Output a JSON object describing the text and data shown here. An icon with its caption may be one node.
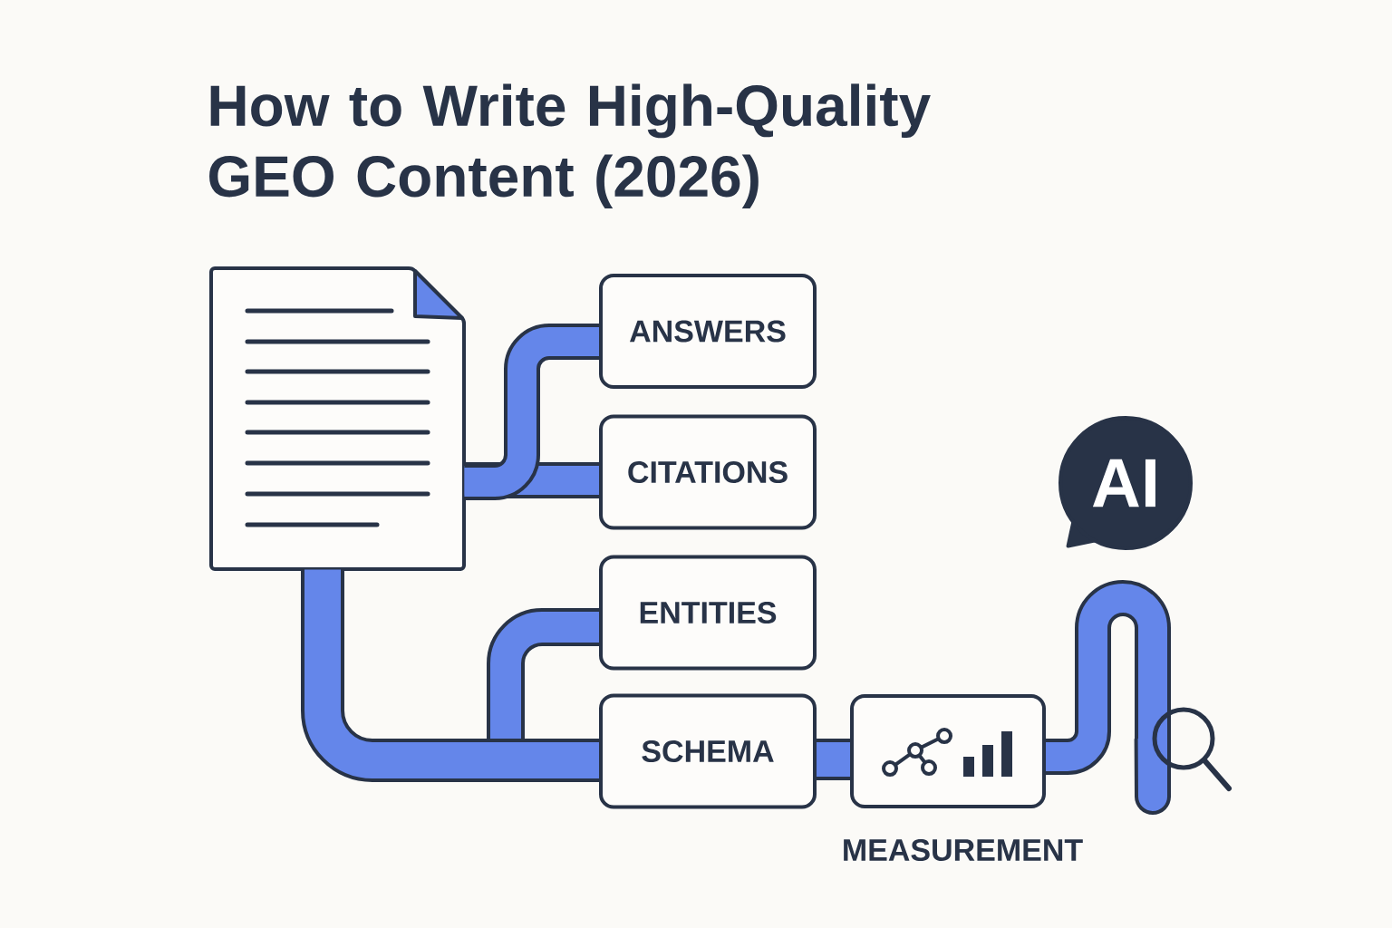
{
  "diagram": {
    "title": "How to Write High-Quality GEO Content (2026)",
    "nodes": [
      {
        "text": [],
        "shape": "document"
      },
      {
        "text": [
          "ANSWERS"
        ]
      },
      {
        "text": [
          "CITATIONS"
        ]
      },
      {
        "text": [
          "ENTITIES"
        ]
      },
      {
        "text": [
          "SCHEMA"
        ]
      },
      {
        "text": [
          "MEASUREMENT"
        ]
      },
      {
        "text": [
          "AI"
        ]
      },
      {
        "text": [],
        "shape": "magnifier"
      }
    ],
    "edges": [
      {
        "from": 0,
        "to": 1,
        "arrow": "none"
      },
      {
        "from": 0,
        "to": 2,
        "arrow": "none"
      },
      {
        "from": 0,
        "to": 3,
        "arrow": "none"
      },
      {
        "from": 0,
        "to": 4,
        "arrow": "none"
      },
      {
        "from": 4,
        "to": 5,
        "arrow": "none"
      },
      {
        "from": 5,
        "to": 7,
        "arrow": "none"
      }
    ]
  }
}
